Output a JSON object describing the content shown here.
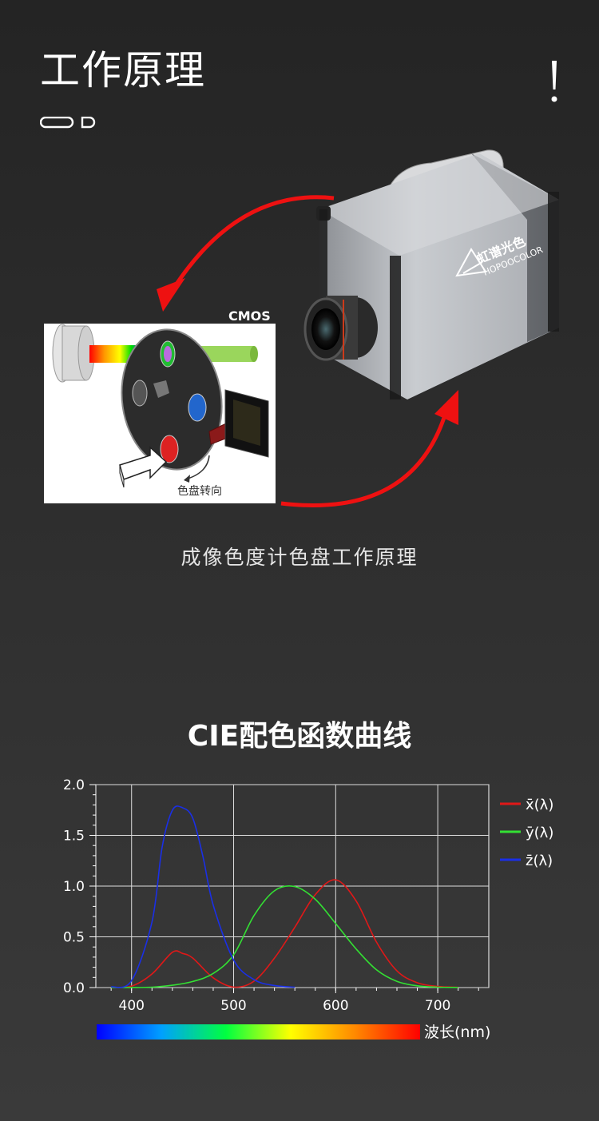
{
  "header": {
    "title": "工作原理"
  },
  "diagram": {
    "cmos_label": "CMOS",
    "brand_cn": "虹谱光色",
    "brand_en": "HOPOOCOLOR",
    "wheel_rotation_label": "色盘转向",
    "caption": "成像色度计色盘工作原理"
  },
  "chart_title": "CIE配色函数曲线",
  "colors": {
    "x_bar": "#e01818",
    "y_bar": "#33e033",
    "z_bar": "#1a2fe6",
    "accent_arrow": "#ee1111"
  },
  "chart_data": {
    "type": "line",
    "xlabel": "波长(nm)",
    "ylabel": "",
    "xlim": [
      365,
      750
    ],
    "ylim": [
      0,
      2.0
    ],
    "x_ticks": [
      "400",
      "500",
      "600",
      "700"
    ],
    "y_ticks": [
      "0.0",
      "0.5",
      "1.0",
      "1.5",
      "2.0"
    ],
    "grid": true,
    "legend": "right",
    "series": [
      {
        "name": "x̄(λ)",
        "color": "#e01818",
        "x": [
          380,
          400,
          420,
          440,
          450,
          460,
          480,
          500,
          520,
          540,
          560,
          580,
          600,
          620,
          640,
          660,
          680,
          700,
          720
        ],
        "y": [
          0.001,
          0.014,
          0.134,
          0.348,
          0.336,
          0.29,
          0.096,
          0.005,
          0.063,
          0.29,
          0.595,
          0.916,
          1.062,
          0.854,
          0.448,
          0.165,
          0.047,
          0.011,
          0.003
        ]
      },
      {
        "name": "ȳ(λ)",
        "color": "#33e033",
        "x": [
          380,
          400,
          420,
          440,
          460,
          480,
          500,
          520,
          540,
          560,
          580,
          600,
          620,
          640,
          660,
          680,
          700,
          720
        ],
        "y": [
          0,
          0.0004,
          0.004,
          0.023,
          0.06,
          0.139,
          0.323,
          0.71,
          0.954,
          0.995,
          0.87,
          0.631,
          0.381,
          0.175,
          0.061,
          0.017,
          0.004,
          0.001
        ]
      },
      {
        "name": "z̄(λ)",
        "color": "#1a2fe6",
        "x": [
          380,
          400,
          420,
          430,
          440,
          450,
          460,
          470,
          480,
          500,
          520,
          540,
          560
        ],
        "y": [
          0.006,
          0.068,
          0.646,
          1.386,
          1.747,
          1.772,
          1.669,
          1.288,
          0.813,
          0.272,
          0.078,
          0.02,
          0.004
        ]
      }
    ]
  }
}
